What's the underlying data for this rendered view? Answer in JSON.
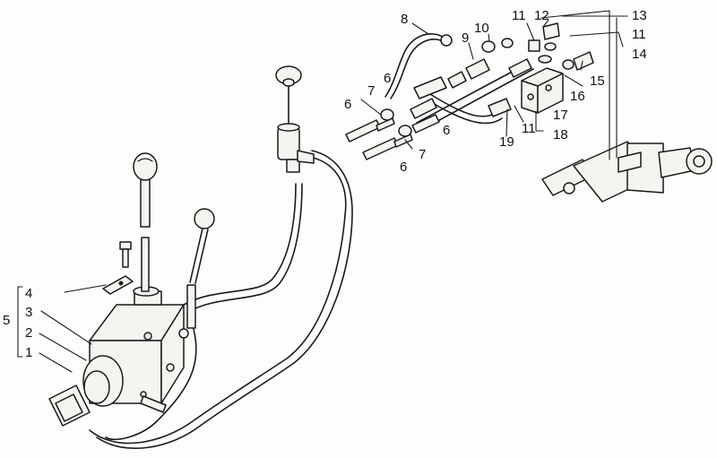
{
  "callouts": {
    "c1": "1",
    "c2": "2",
    "c3": "3",
    "c4": "4",
    "c5": "5",
    "c6a": "6",
    "c6b": "6",
    "c6c": "6",
    "c6d": "6",
    "c7a": "7",
    "c7b": "7",
    "c8": "8",
    "c9": "9",
    "c10": "10",
    "c11a": "11",
    "c11b": "11",
    "c11c": "11",
    "c12": "12",
    "c13": "13",
    "c14": "14",
    "c15": "15",
    "c16": "16",
    "c17": "17",
    "c18": "18",
    "c19": "19"
  },
  "colors": {
    "ink": "#1a1a1a",
    "paper": "#fdfdfb"
  }
}
